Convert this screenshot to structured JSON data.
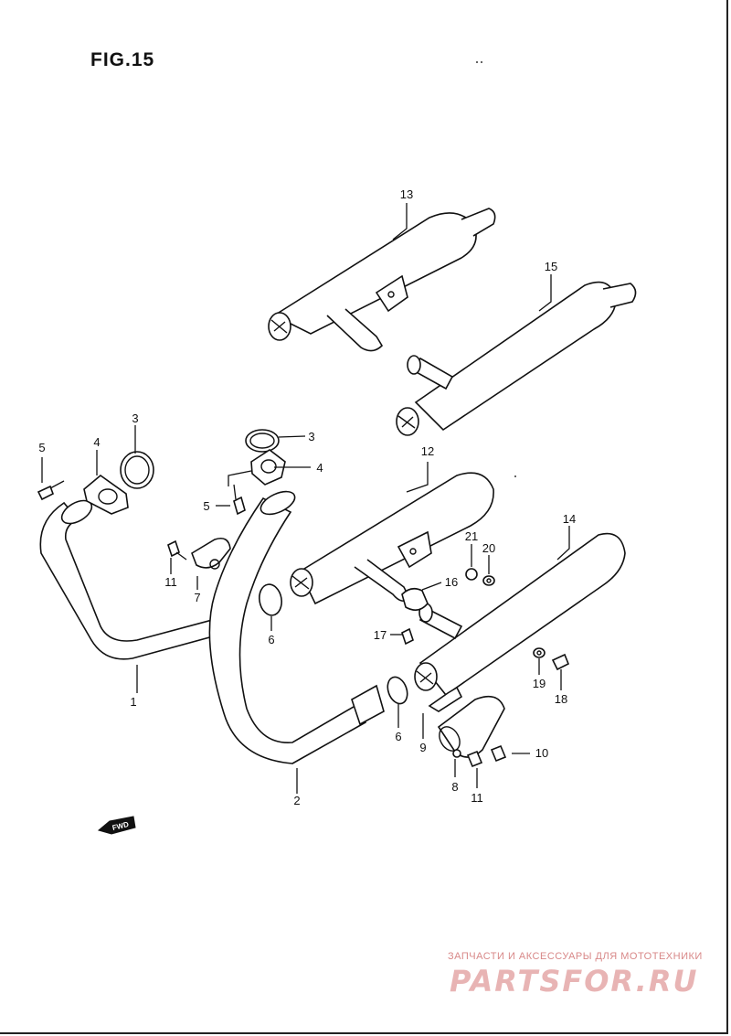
{
  "figure": {
    "title": "FIG.15"
  },
  "callouts": [
    "1",
    "2",
    "3",
    "3",
    "4",
    "4",
    "5",
    "5",
    "6",
    "6",
    "7",
    "8",
    "9",
    "10",
    "11",
    "11",
    "12",
    "13",
    "14",
    "15",
    "16",
    "17",
    "18",
    "19",
    "20",
    "21"
  ],
  "fwd_label": "FWD",
  "watermark": {
    "tagline": "ЗАПЧАСТИ И АКСЕССУАРЫ ДЛЯ МОТОТЕХНИКИ",
    "logo": "PARTSFOR.RU"
  }
}
